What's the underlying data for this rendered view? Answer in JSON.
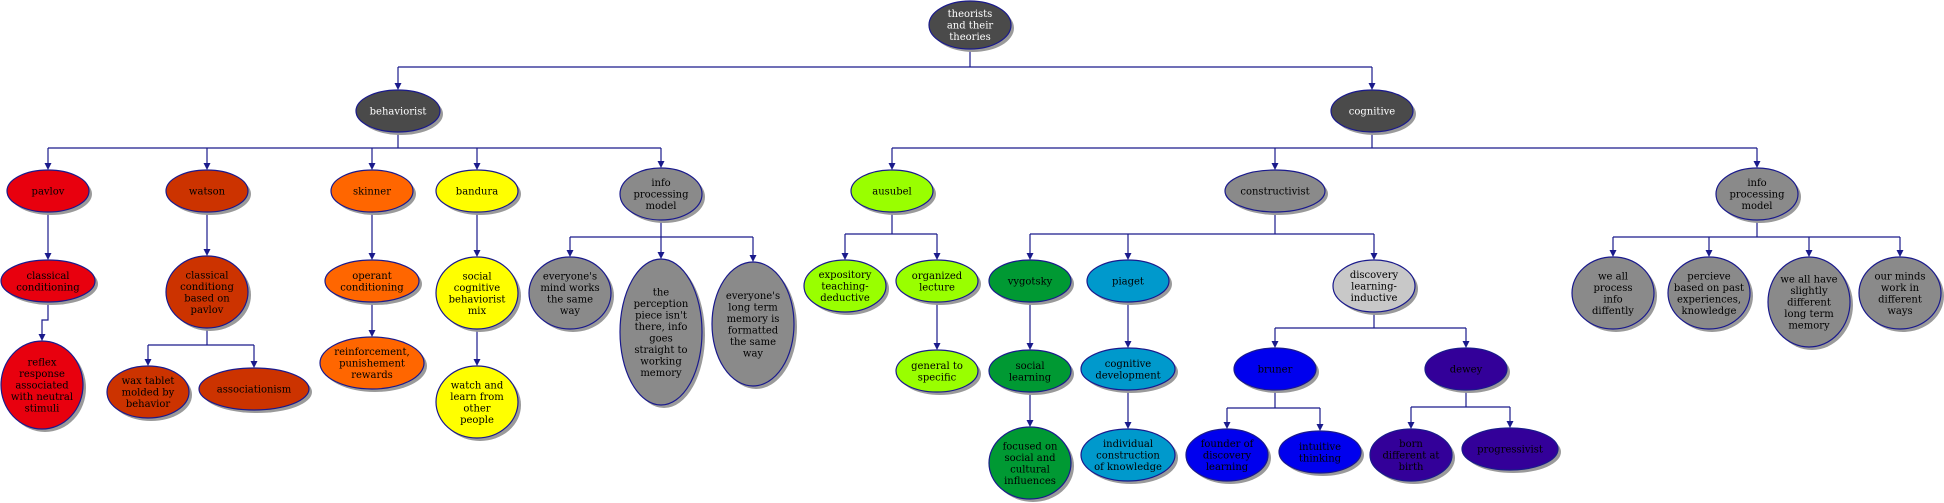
{
  "nodes": {
    "root": {
      "lines": [
        "theorists",
        "and their",
        "theories"
      ],
      "fill": "#4a4a4a",
      "text": "#ffffff"
    },
    "behaviorist": {
      "lines": [
        "behaviorist"
      ],
      "fill": "#4a4a4a",
      "text": "#ffffff"
    },
    "cognitive": {
      "lines": [
        "cognitive"
      ],
      "fill": "#4a4a4a",
      "text": "#ffffff"
    },
    "pavlov": {
      "lines": [
        "pavlov"
      ],
      "fill": "#e8000e",
      "text": "#000000"
    },
    "watson": {
      "lines": [
        "watson"
      ],
      "fill": "#cc3300",
      "text": "#000000"
    },
    "skinner": {
      "lines": [
        "skinner"
      ],
      "fill": "#ff6600",
      "text": "#000000"
    },
    "bandura": {
      "lines": [
        "bandura"
      ],
      "fill": "#ffff00",
      "text": "#000000"
    },
    "info1": {
      "lines": [
        "info",
        "processing",
        "model"
      ],
      "fill": "#8a8a8a",
      "text": "#000000"
    },
    "ausubel": {
      "lines": [
        "ausubel"
      ],
      "fill": "#99ff00",
      "text": "#000000"
    },
    "constructivist": {
      "lines": [
        "constructivist"
      ],
      "fill": "#8a8a8a",
      "text": "#000000"
    },
    "info2": {
      "lines": [
        "info",
        "processing",
        "model"
      ],
      "fill": "#8a8a8a",
      "text": "#000000"
    },
    "classical1": {
      "lines": [
        "classical",
        "conditioning"
      ],
      "fill": "#e8000e",
      "text": "#000000"
    },
    "reflex": {
      "lines": [
        "reflex",
        "response",
        "associated",
        "with neutral",
        "stimuli"
      ],
      "fill": "#e8000e",
      "text": "#000000"
    },
    "classical2": {
      "lines": [
        "classical",
        "conditiong",
        "based on",
        "pavlov"
      ],
      "fill": "#cc3300",
      "text": "#000000"
    },
    "wax": {
      "lines": [
        "wax tablet",
        "molded by",
        "behavior"
      ],
      "fill": "#cc3300",
      "text": "#000000"
    },
    "assoc": {
      "lines": [
        "associationism"
      ],
      "fill": "#cc3300",
      "text": "#000000"
    },
    "operant": {
      "lines": [
        "operant",
        "conditioning"
      ],
      "fill": "#ff6600",
      "text": "#000000"
    },
    "reinforce": {
      "lines": [
        "reinforcement,",
        "punishement",
        "rewards"
      ],
      "fill": "#ff6600",
      "text": "#000000"
    },
    "social_mix": {
      "lines": [
        "social",
        "cognitive",
        "behaviorist",
        "mix"
      ],
      "fill": "#ffff00",
      "text": "#000000"
    },
    "watch": {
      "lines": [
        "watch and",
        "learn from",
        "other",
        "people"
      ],
      "fill": "#ffff00",
      "text": "#000000"
    },
    "everyone1": {
      "lines": [
        "everyone's",
        "mind works",
        "the same",
        "way"
      ],
      "fill": "#8a8a8a",
      "text": "#000000"
    },
    "perception": {
      "lines": [
        "the",
        "perception",
        "piece isn't",
        "there, info",
        "goes",
        "straight to",
        "working",
        "memory"
      ],
      "fill": "#8a8a8a",
      "text": "#000000"
    },
    "everyone2": {
      "lines": [
        "everyone's",
        "long term",
        "memory is",
        "formatted",
        "the same",
        "way"
      ],
      "fill": "#8a8a8a",
      "text": "#000000"
    },
    "expository": {
      "lines": [
        "expository",
        "teaching-",
        "deductive"
      ],
      "fill": "#99ff00",
      "text": "#000000"
    },
    "organized": {
      "lines": [
        "organized",
        "lecture"
      ],
      "fill": "#99ff00",
      "text": "#000000"
    },
    "general": {
      "lines": [
        "general to",
        "specific"
      ],
      "fill": "#99ff00",
      "text": "#000000"
    },
    "vygotsky": {
      "lines": [
        "vygotsky"
      ],
      "fill": "#009933",
      "text": "#000000"
    },
    "piaget": {
      "lines": [
        "piaget"
      ],
      "fill": "#0099cc",
      "text": "#000000"
    },
    "discovery": {
      "lines": [
        "discovery",
        "learning-",
        "inductive"
      ],
      "fill": "#c8c8c8",
      "text": "#000000"
    },
    "social_learning": {
      "lines": [
        "social",
        "learning"
      ],
      "fill": "#009933",
      "text": "#000000"
    },
    "focused": {
      "lines": [
        "focused on",
        "social and",
        "cultural",
        "influences"
      ],
      "fill": "#009933",
      "text": "#000000"
    },
    "cogdev": {
      "lines": [
        "cognitive",
        "development"
      ],
      "fill": "#0099cc",
      "text": "#000000"
    },
    "individual": {
      "lines": [
        "individual",
        "construction",
        "of knowledge"
      ],
      "fill": "#0099cc",
      "text": "#000000"
    },
    "bruner": {
      "lines": [
        "bruner"
      ],
      "fill": "#0000ee",
      "text": "#000000"
    },
    "dewey": {
      "lines": [
        "dewey"
      ],
      "fill": "#330099",
      "text": "#000000"
    },
    "founder": {
      "lines": [
        "founder of",
        "discovery",
        "learning"
      ],
      "fill": "#0000ee",
      "text": "#000000"
    },
    "intuitive": {
      "lines": [
        "intuitive",
        "thinking"
      ],
      "fill": "#0000ee",
      "text": "#000000"
    },
    "born": {
      "lines": [
        "born",
        "different at",
        "birth"
      ],
      "fill": "#330099",
      "text": "#000000"
    },
    "progressivist": {
      "lines": [
        "progressivist"
      ],
      "fill": "#330099",
      "text": "#000000"
    },
    "process": {
      "lines": [
        "we all",
        "process",
        "info",
        "diffently"
      ],
      "fill": "#8a8a8a",
      "text": "#000000"
    },
    "percieve": {
      "lines": [
        "percieve",
        "based on past",
        "experiences,",
        "knowledge"
      ],
      "fill": "#8a8a8a",
      "text": "#000000"
    },
    "slightly": {
      "lines": [
        "we all have",
        "slightly",
        "different",
        "long term",
        "memory"
      ],
      "fill": "#8a8a8a",
      "text": "#000000"
    },
    "minds": {
      "lines": [
        "our minds",
        "work in",
        "different",
        "ways"
      ],
      "fill": "#8a8a8a",
      "text": "#000000"
    }
  },
  "edges": [
    [
      "root",
      "behaviorist"
    ],
    [
      "root",
      "cognitive"
    ],
    [
      "behaviorist",
      "pavlov"
    ],
    [
      "behaviorist",
      "watson"
    ],
    [
      "behaviorist",
      "skinner"
    ],
    [
      "behaviorist",
      "bandura"
    ],
    [
      "behaviorist",
      "info1"
    ],
    [
      "cognitive",
      "ausubel"
    ],
    [
      "cognitive",
      "constructivist"
    ],
    [
      "cognitive",
      "info2"
    ],
    [
      "pavlov",
      "classical1"
    ],
    [
      "classical1",
      "reflex"
    ],
    [
      "watson",
      "classical2"
    ],
    [
      "classical2",
      "wax"
    ],
    [
      "classical2",
      "assoc"
    ],
    [
      "skinner",
      "operant"
    ],
    [
      "operant",
      "reinforce"
    ],
    [
      "bandura",
      "social_mix"
    ],
    [
      "social_mix",
      "watch"
    ],
    [
      "info1",
      "everyone1"
    ],
    [
      "info1",
      "perception"
    ],
    [
      "info1",
      "everyone2"
    ],
    [
      "ausubel",
      "expository"
    ],
    [
      "ausubel",
      "organized"
    ],
    [
      "organized",
      "general"
    ],
    [
      "constructivist",
      "vygotsky"
    ],
    [
      "constructivist",
      "piaget"
    ],
    [
      "constructivist",
      "discovery"
    ],
    [
      "vygotsky",
      "social_learning"
    ],
    [
      "social_learning",
      "focused"
    ],
    [
      "piaget",
      "cogdev"
    ],
    [
      "cogdev",
      "individual"
    ],
    [
      "discovery",
      "bruner"
    ],
    [
      "discovery",
      "dewey"
    ],
    [
      "bruner",
      "founder"
    ],
    [
      "bruner",
      "intuitive"
    ],
    [
      "dewey",
      "born"
    ],
    [
      "dewey",
      "progressivist"
    ],
    [
      "info2",
      "process"
    ],
    [
      "info2",
      "percieve"
    ],
    [
      "info2",
      "slightly"
    ],
    [
      "info2",
      "minds"
    ]
  ]
}
